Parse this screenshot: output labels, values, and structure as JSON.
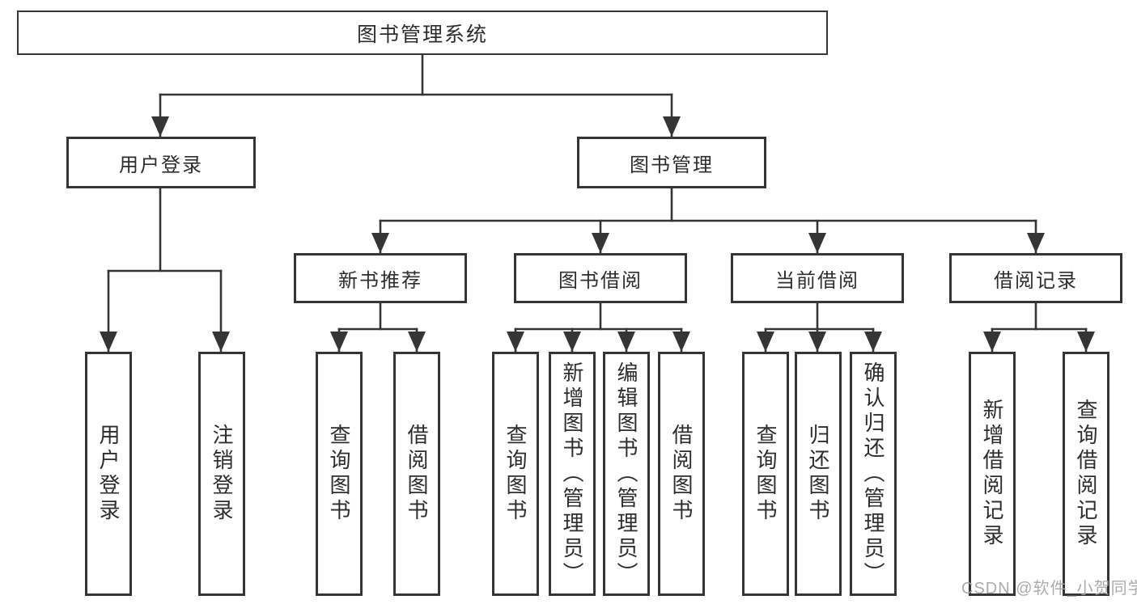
{
  "diagram_type": "hierarchy-tree",
  "colors": {
    "line": "#353535",
    "box_border": "#353535",
    "text": "#2d2d2d",
    "background": "#ffffff",
    "watermark": "#a4a4a4"
  },
  "tree": {
    "label": "图书管理系统",
    "children": [
      {
        "label": "用户登录",
        "children": [
          {
            "label": "用户登录"
          },
          {
            "label": "注销登录"
          }
        ]
      },
      {
        "label": "图书管理",
        "children": [
          {
            "label": "新书推荐",
            "children": [
              {
                "label": "查询图书"
              },
              {
                "label": "借阅图书"
              }
            ]
          },
          {
            "label": "图书借阅",
            "children": [
              {
                "label": "查询图书"
              },
              {
                "label": "新增图书（管理员）"
              },
              {
                "label": "编辑图书（管理员）"
              },
              {
                "label": "借阅图书"
              }
            ]
          },
          {
            "label": "当前借阅",
            "children": [
              {
                "label": "查询图书"
              },
              {
                "label": "归还图书"
              },
              {
                "label": "确认归还（管理员）"
              }
            ]
          },
          {
            "label": "借阅记录",
            "children": [
              {
                "label": "新增借阅记录"
              },
              {
                "label": "查询借阅记录"
              }
            ]
          }
        ]
      }
    ]
  },
  "watermark": "CSDN @软件_小贺同学"
}
